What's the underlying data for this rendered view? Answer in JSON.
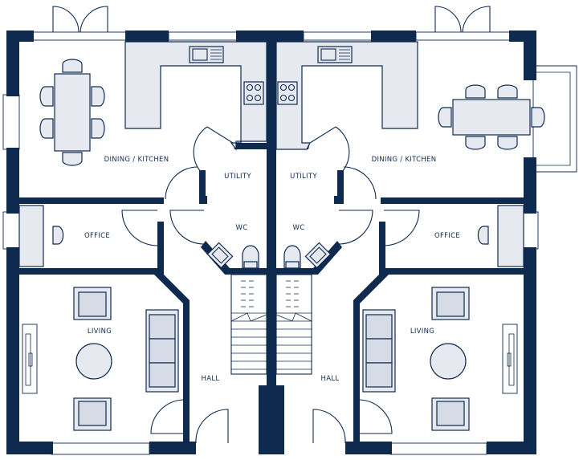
{
  "colors": {
    "wall": "#0f2a4f",
    "furniture": "#e6eaf0",
    "background": "#ffffff"
  },
  "rooms": {
    "left": {
      "dining_kitchen": "DINING / KITCHEN",
      "utility": "UTILITY",
      "wc": "WC",
      "office": "OFFICE",
      "living": "LIVING",
      "hall": "HALL"
    },
    "right": {
      "dining_kitchen": "DINING / KITCHEN",
      "utility": "UTILITY",
      "wc": "WC",
      "office": "OFFICE",
      "living": "LIVING",
      "hall": "HALL"
    }
  }
}
